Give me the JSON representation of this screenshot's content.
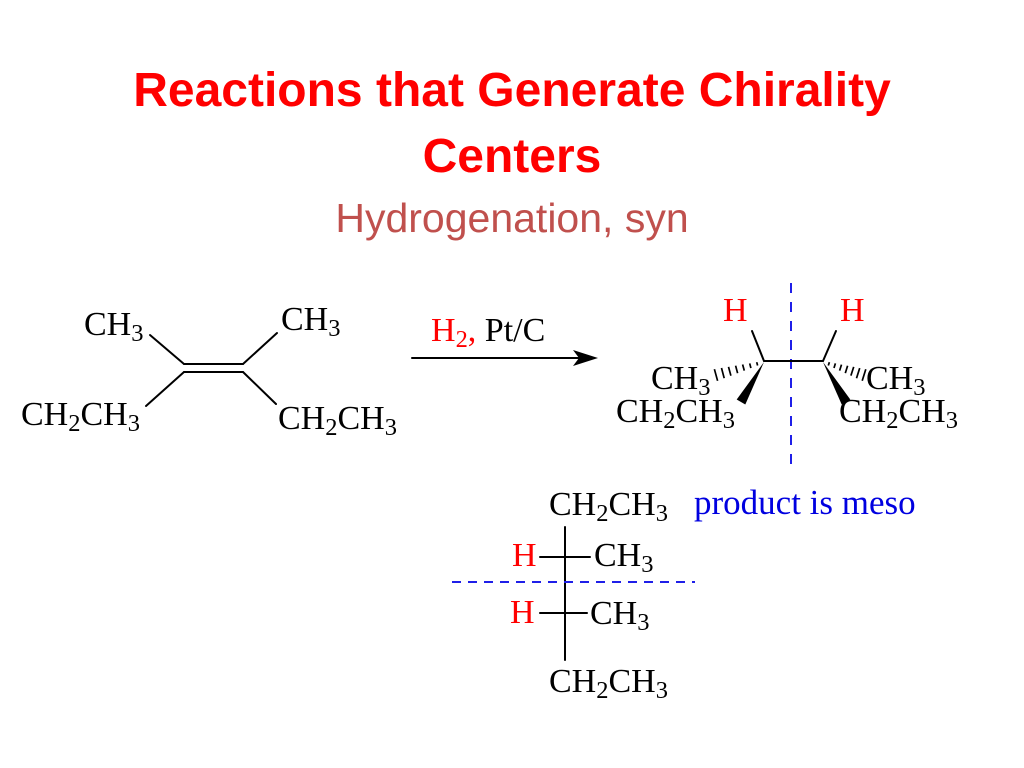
{
  "slide": {
    "title": "Reactions that Generate Chirality Centers",
    "subtitle": "Hydrogenation, syn"
  },
  "colors": {
    "title": "#ff0000",
    "subtitle": "#c0504d",
    "hydrogen_highlight": "#ff0000",
    "annotation": "#0000e0",
    "mirror_plane": "#1f1fe8",
    "structure": "#000000"
  },
  "reactant": {
    "top_left_group": "CH3",
    "top_right_group": "CH3",
    "bottom_left_group": "CH2CH3",
    "bottom_right_group": "CH2CH3"
  },
  "reaction_arrow": {
    "reagent": "H2,",
    "catalyst": "Pt/C"
  },
  "product": {
    "left_carbon": {
      "hydrogen": "H",
      "methyl": "CH3",
      "ethyl": "CH2CH3"
    },
    "right_carbon": {
      "hydrogen": "H",
      "methyl": "CH3",
      "ethyl": "CH2CH3"
    }
  },
  "fischer_projection": {
    "top_group": "CH2CH3",
    "rows": [
      {
        "left": "H",
        "right": "CH3"
      },
      {
        "left": "H",
        "right": "CH3"
      }
    ],
    "bottom_group": "CH2CH3",
    "annotation": "product is meso"
  }
}
